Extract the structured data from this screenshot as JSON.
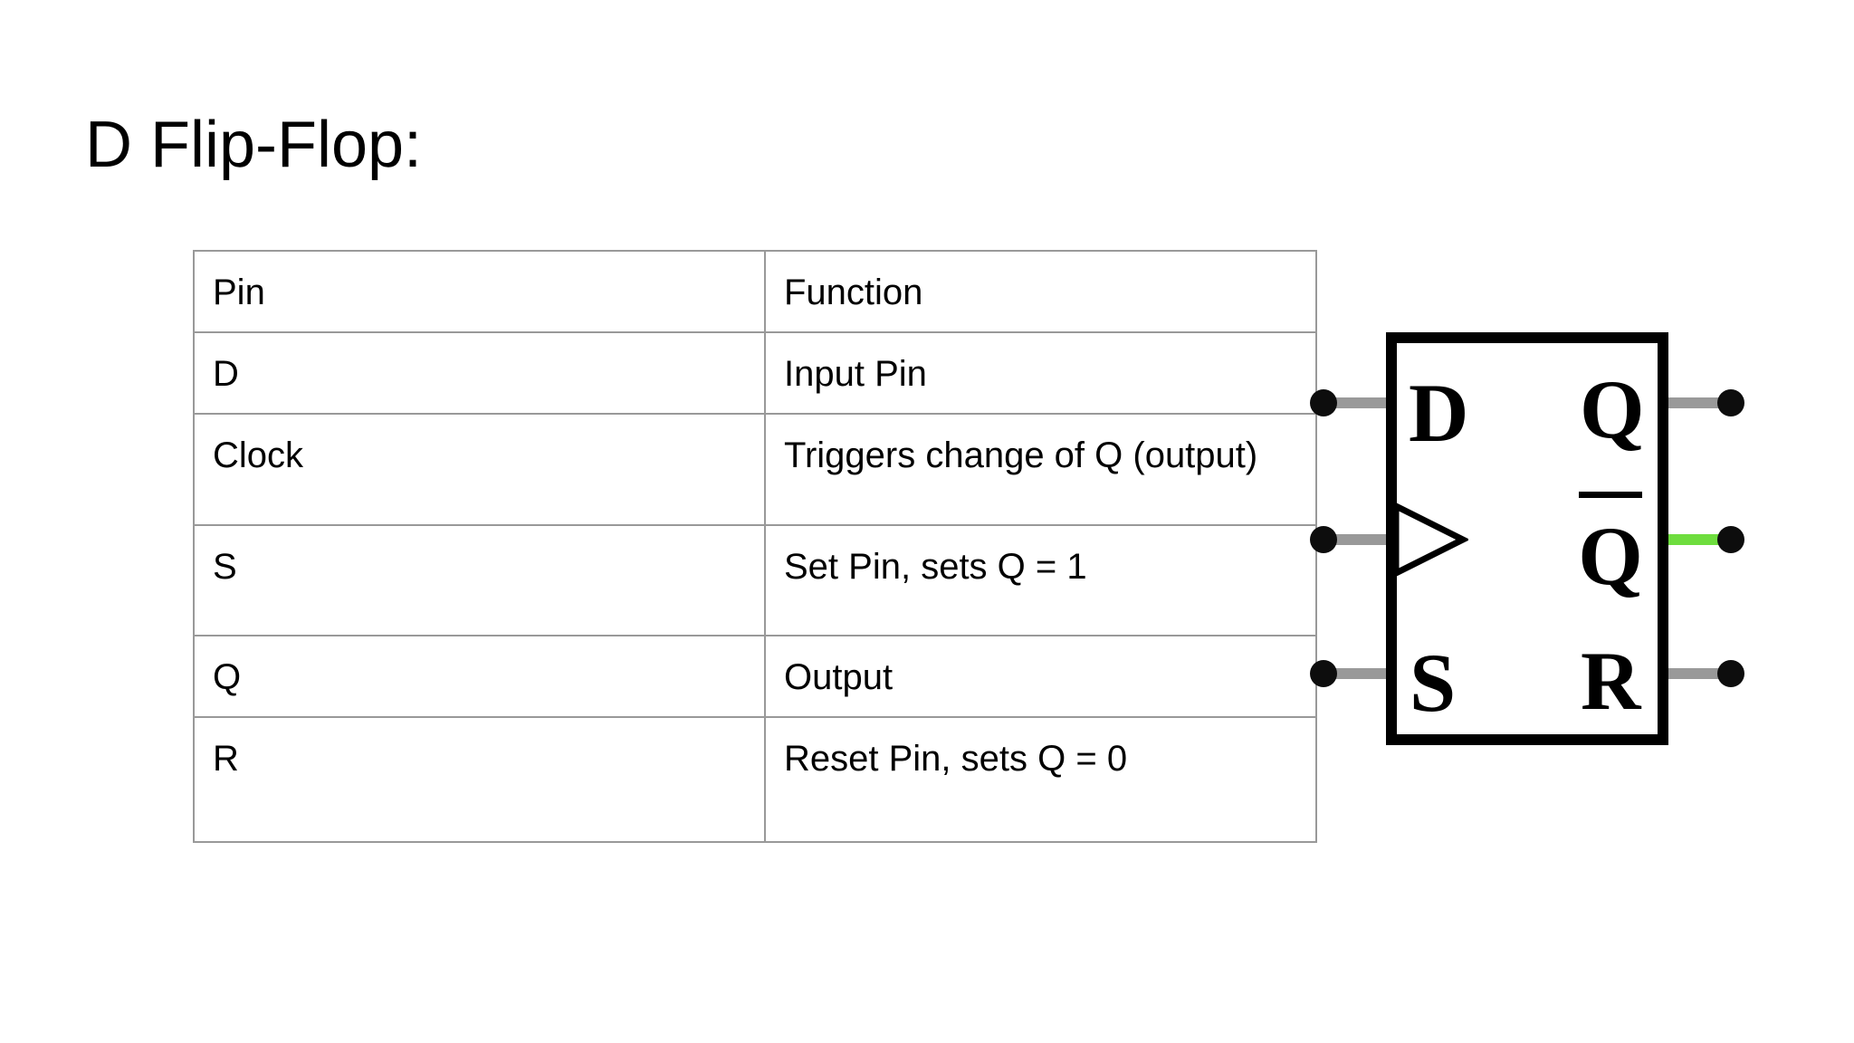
{
  "title": "D Flip-Flop:",
  "pin_table": {
    "headers": {
      "pin": "Pin",
      "function": "Function"
    },
    "rows": [
      {
        "pin": "D",
        "function": "Input Pin"
      },
      {
        "pin": "Clock",
        "function": "Triggers change of Q (output)"
      },
      {
        "pin": "S",
        "function": "Set Pin, sets Q = 1"
      },
      {
        "pin": "Q",
        "function": "Output"
      },
      {
        "pin": "R",
        "function": "Reset Pin, sets Q = 0"
      }
    ]
  },
  "flip_flop": {
    "pins": {
      "d": "D",
      "q": "Q",
      "q_bar": "Q",
      "q_bar_overline": true,
      "s": "S",
      "r": "R"
    },
    "icons": {
      "clock_input": "clock-edge-triangle-icon"
    },
    "colors": {
      "body_outline": "#000000",
      "wire_gray": "#999999",
      "wire_active_green": "#6edd3e",
      "terminal_dot": "#0d0d0d",
      "table_border": "#999999"
    }
  }
}
